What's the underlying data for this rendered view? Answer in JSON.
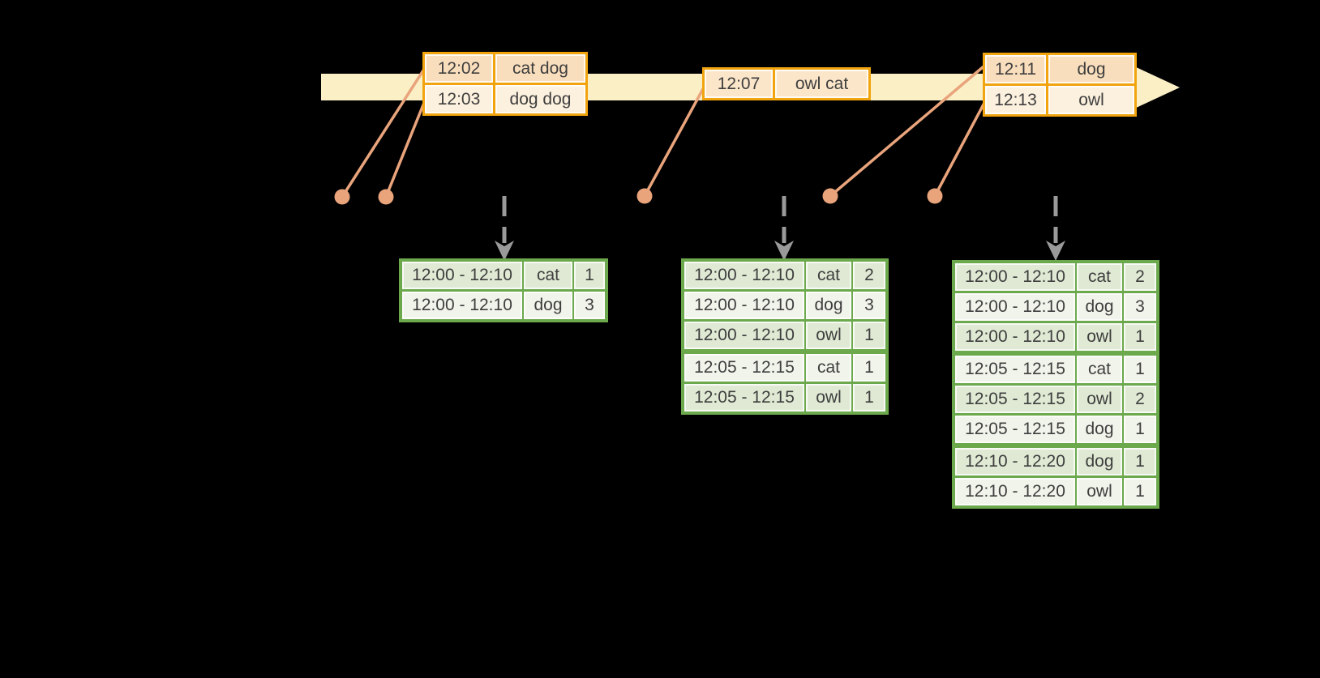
{
  "colors": {
    "bg": "#000000",
    "band": "#FBEFC6",
    "box_border": "#F1A40E",
    "row_dark": "#F9DEBD",
    "row_light": "#FCF0DE",
    "row_mid": "#FBE6CA",
    "connector": "#E9A47C",
    "arrow_gray": "#9A9A9A",
    "table_border": "#6CA94D",
    "row_green": "#DFE9D3",
    "row_white": "#F1F4EB",
    "text": "#3E3E3E"
  },
  "event_boxes": [
    {
      "rows": [
        {
          "time": "12:02",
          "words": "cat dog"
        },
        {
          "time": "12:03",
          "words": "dog dog"
        }
      ]
    },
    {
      "rows": [
        {
          "time": "12:07",
          "words": "owl cat"
        }
      ]
    },
    {
      "rows": [
        {
          "time": "12:11",
          "words": "dog"
        },
        {
          "time": "12:13",
          "words": "owl"
        }
      ]
    }
  ],
  "result_tables": [
    {
      "rows": [
        {
          "window": "12:00 - 12:10",
          "word": "cat",
          "count": "1"
        },
        {
          "window": "12:00 - 12:10",
          "word": "dog",
          "count": "3"
        }
      ]
    },
    {
      "rows": [
        {
          "window": "12:00 - 12:10",
          "word": "cat",
          "count": "2"
        },
        {
          "window": "12:00 - 12:10",
          "word": "dog",
          "count": "3"
        },
        {
          "window": "12:00 - 12:10",
          "word": "owl",
          "count": "1"
        },
        {
          "window": "12:05 - 12:15",
          "word": "cat",
          "count": "1"
        },
        {
          "window": "12:05 - 12:15",
          "word": "owl",
          "count": "1"
        }
      ]
    },
    {
      "rows": [
        {
          "window": "12:00 - 12:10",
          "word": "cat",
          "count": "2"
        },
        {
          "window": "12:00 - 12:10",
          "word": "dog",
          "count": "3"
        },
        {
          "window": "12:00 - 12:10",
          "word": "owl",
          "count": "1"
        },
        {
          "window": "12:05 - 12:15",
          "word": "cat",
          "count": "1"
        },
        {
          "window": "12:05 - 12:15",
          "word": "owl",
          "count": "2"
        },
        {
          "window": "12:05 - 12:15",
          "word": "dog",
          "count": "1"
        },
        {
          "window": "12:10 - 12:20",
          "word": "dog",
          "count": "1"
        },
        {
          "window": "12:10 - 12:20",
          "word": "owl",
          "count": "1"
        }
      ]
    }
  ]
}
